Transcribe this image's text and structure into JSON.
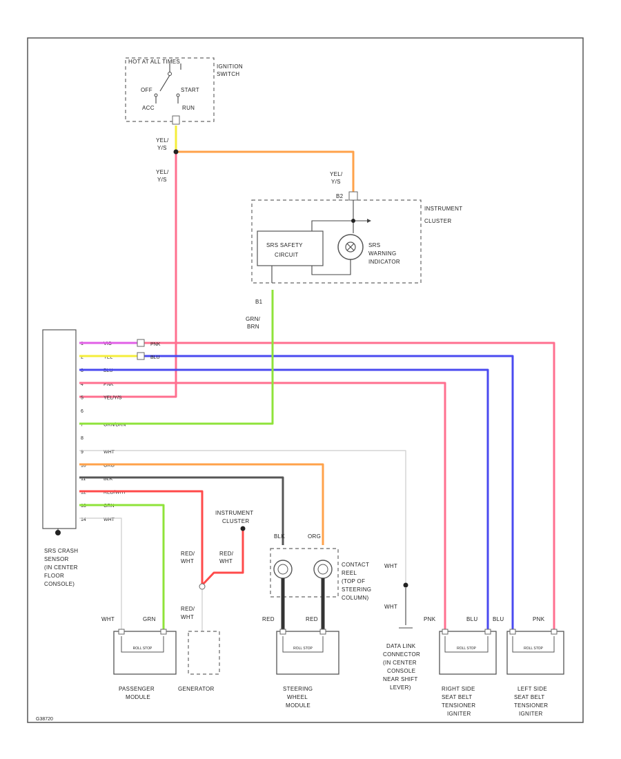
{
  "colors": {
    "yel": "#f4ee3a",
    "pnk": "#ff6f8f",
    "org": "#ffa24a",
    "blu": "#4a4af0",
    "grn": "#8fe33a",
    "blk": "#555555",
    "red": "#ff4a4a",
    "wht": "#cccccc",
    "vio": "#e15fe6"
  },
  "ignition": {
    "hot_label": "HOT AT ALL TIMES",
    "name_line1": "IGNITION",
    "name_line2": "SWITCH",
    "off": "OFF",
    "start": "START",
    "acc": "ACC",
    "run": "RUN"
  },
  "wire_labels": {
    "yel_ys_1": "YEL/",
    "yel_ys_2": "Y/S",
    "yel_ys_3": "YEL/",
    "yel_ys_4": "Y/S",
    "yel_ys_5": "YEL/",
    "yel_ys_6": "Y/S",
    "grn_brn_1": "GRN/",
    "grn_brn_2": "BRN",
    "pin_b1": "B1",
    "pin_b2": "B2"
  },
  "cluster": {
    "name_line1": "INSTRUMENT",
    "name_line2": "CLUSTER",
    "safety_line1": "SRS SAFETY",
    "safety_line2": "CIRCUIT",
    "ind_line1": "SRS",
    "ind_line2": "WARNING",
    "ind_line3": "INDICATOR"
  },
  "sensor": {
    "line1": "SRS CRASH",
    "line2": "SENSOR",
    "line3": "(IN CENTER",
    "line4": "FLOOR",
    "line5": "CONSOLE)",
    "pins": [
      "1",
      "2",
      "3",
      "4",
      "5",
      "6",
      "7",
      "8",
      "9",
      "10",
      "11",
      "12",
      "13",
      "14"
    ],
    "wires": [
      "VIO",
      "YEL",
      "BLU",
      "PNK",
      "YEL/Y/S",
      "",
      "GRN/BRN",
      "",
      "WHT",
      "ORG",
      "BLK",
      "RED/WHT",
      "GRN",
      "WHT"
    ],
    "conn_a": "PNK",
    "conn_b": "BLU"
  },
  "cluster_ground": {
    "line1": "INSTRUMENT",
    "line2": "CLUSTER"
  },
  "lower_labels": {
    "blk": "BLK",
    "org": "ORG",
    "red_wht_1a": "RED/",
    "red_wht_1b": "WHT",
    "red_wht_2a": "RED/",
    "red_wht_2b": "WHT",
    "red_wht_3a": "RED/",
    "red_wht_3b": "WHT",
    "wht_a": "WHT",
    "grn": "GRN",
    "red_a": "RED",
    "red_b": "RED",
    "wht_dlc_a": "WHT",
    "wht_dlc_b": "WHT",
    "pnk_r": "PNK",
    "blu_r": "BLU",
    "blu_l": "BLU",
    "pnk_l": "PNK"
  },
  "contact_reel": {
    "line1": "CONTACT",
    "line2": "REEL",
    "line3": "(TOP OF",
    "line4": "STEERING",
    "line5": "COLUMN)"
  },
  "components": {
    "passenger_1": "PASSENGER",
    "passenger_2": "MODULE",
    "generator": "GENERATOR",
    "steering_1": "STEERING",
    "steering_2": "WHEEL",
    "steering_3": "MODULE",
    "dlc_1": "DATA LINK",
    "dlc_2": "CONNECTOR",
    "dlc_3": "(IN CENTER",
    "dlc_4": "CONSOLE",
    "dlc_5": "NEAR SHIFT",
    "dlc_6": "LEVER)",
    "right_1": "RIGHT SIDE",
    "right_2": "SEAT BELT",
    "right_3": "TENSIONER",
    "right_4": "IGNITER",
    "left_1": "LEFT SIDE",
    "left_2": "SEAT BELT",
    "left_3": "TENSIONER",
    "left_4": "IGNITER",
    "module_inner": "ROLL STOP"
  },
  "figure_id": "G38720"
}
